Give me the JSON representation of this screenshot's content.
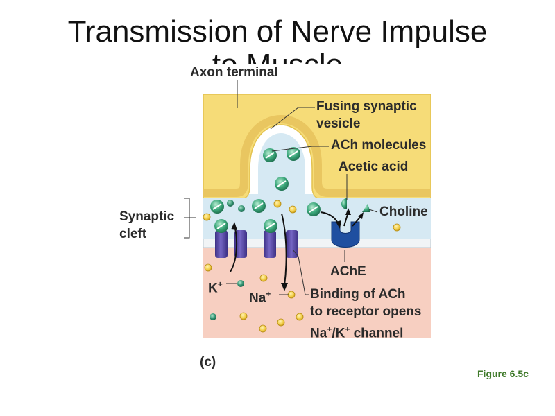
{
  "title": {
    "line1": "Transmission of Nerve Impulse",
    "line2": "to Muscle"
  },
  "labels": {
    "axon_terminal": "Axon terminal",
    "fusing_vesicle_1": "Fusing synaptic",
    "fusing_vesicle_2": "vesicle",
    "ach_molecules": "ACh molecules",
    "acetic_acid": "Acetic acid",
    "choline": "Choline",
    "synaptic_cleft_1": "Synaptic",
    "synaptic_cleft_2": "cleft",
    "ache": "AChE",
    "k_ion": "K",
    "na_ion": "Na",
    "binding_1": "Binding of ACh",
    "binding_2": "to receptor opens",
    "binding_3": "Na",
    "binding_3b": "/K",
    "binding_3c": " channel",
    "plus": "+",
    "panel": "(c)"
  },
  "figure_ref": "Figure 6.5c",
  "colors": {
    "axon": "#f6dc78",
    "cleft": "#d6e9f3",
    "muscle": "#f7cfc1",
    "channel": "#5b4aa3",
    "ache": "#1f4fa0",
    "ach": "#3aa77a",
    "ion_na": "#f3cf4a",
    "ion_k": "#2f8f6e"
  }
}
